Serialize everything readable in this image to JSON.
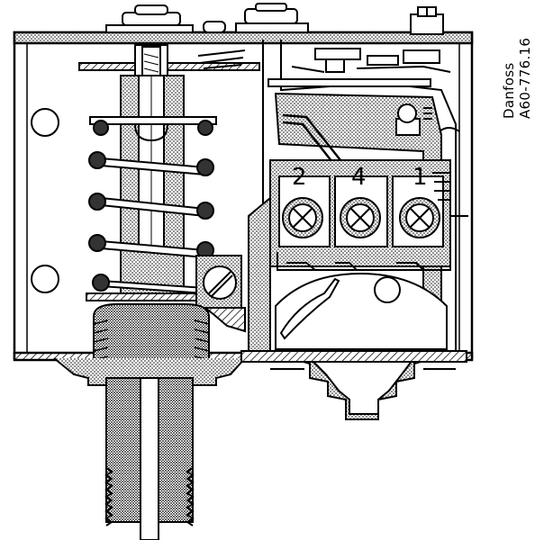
{
  "caption": {
    "brand": "Danfoss",
    "code": "A60-776.16"
  },
  "terminals": [
    {
      "label": "2"
    },
    {
      "label": "4"
    },
    {
      "label": "1"
    }
  ],
  "colors": {
    "ink": "#000000",
    "paper": "#ffffff",
    "stipple": "#000000"
  }
}
